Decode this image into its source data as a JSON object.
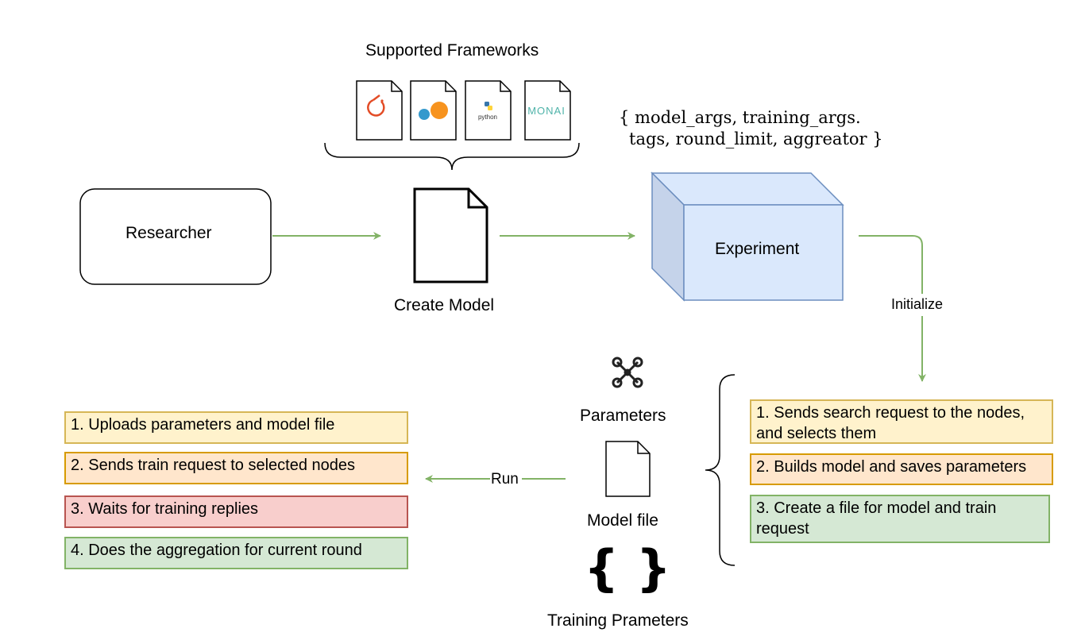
{
  "frameworks": {
    "title": "Supported Frameworks",
    "icons": [
      "pytorch-icon",
      "scikit-learn-icon",
      "python-icon",
      "monai-icon"
    ],
    "python_text": "python",
    "monai_text": "MONAI"
  },
  "researcher": "Researcher",
  "create_model": "Create Model",
  "args_line1": "{ model_args, training_args.",
  "args_line2": "tags, round_limit, aggreator }",
  "experiment": "Experiment",
  "initialize": "Initialize",
  "run": "Run",
  "parameters": "Parameters",
  "model_file": "Model file",
  "training_parameters": "Training Prameters",
  "init_steps": [
    "1. Sends search request to the nodes, and selects them",
    "2. Builds model and saves parameters",
    "3. Create a file for model and train request"
  ],
  "run_steps": [
    "1. Uploads parameters  and model file",
    "2. Sends train request to selected nodes",
    "3. Waits for training replies",
    "4. Does the aggregation for current round"
  ],
  "colors": {
    "arrow": "#82b366",
    "yellow_fill": "#fff2cc",
    "yellow_border": "#d6b656",
    "orange_fill": "#ffe6cc",
    "orange_border": "#d79b00",
    "red_fill": "#f8cecc",
    "red_border": "#b85450",
    "green_fill": "#d5e8d4",
    "green_border": "#82b366",
    "cube_front": "#dae8fc",
    "cube_side": "#c5d3ea",
    "cube_border": "#6c8ebf"
  }
}
